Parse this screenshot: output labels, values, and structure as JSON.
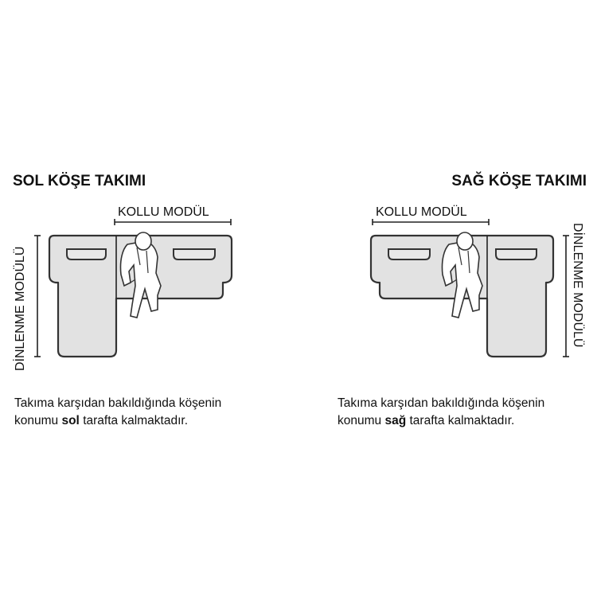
{
  "left": {
    "title": "SOL KÖŞE TAKIMI",
    "arm_module_label": "KOLLU MODÜL",
    "rest_module_label": "DİNLENME MODÜLÜ",
    "desc_line1": "Takıma karşıdan bakıldığında köşenin",
    "desc_line2_pre": "konumu",
    "desc_line2_bold": "sol",
    "desc_line2_post": "tarafta kalmaktadır."
  },
  "right": {
    "title": "SAĞ KÖŞE TAKIMI",
    "arm_module_label": "KOLLU MODÜL",
    "rest_module_label": "DİNLENME MODÜLÜ",
    "desc_line1": "Takıma karşıdan bakıldığında köşenin",
    "desc_line2_pre": "konumu",
    "desc_line2_bold": "sağ",
    "desc_line2_post": "tarafta kalmaktadır."
  }
}
